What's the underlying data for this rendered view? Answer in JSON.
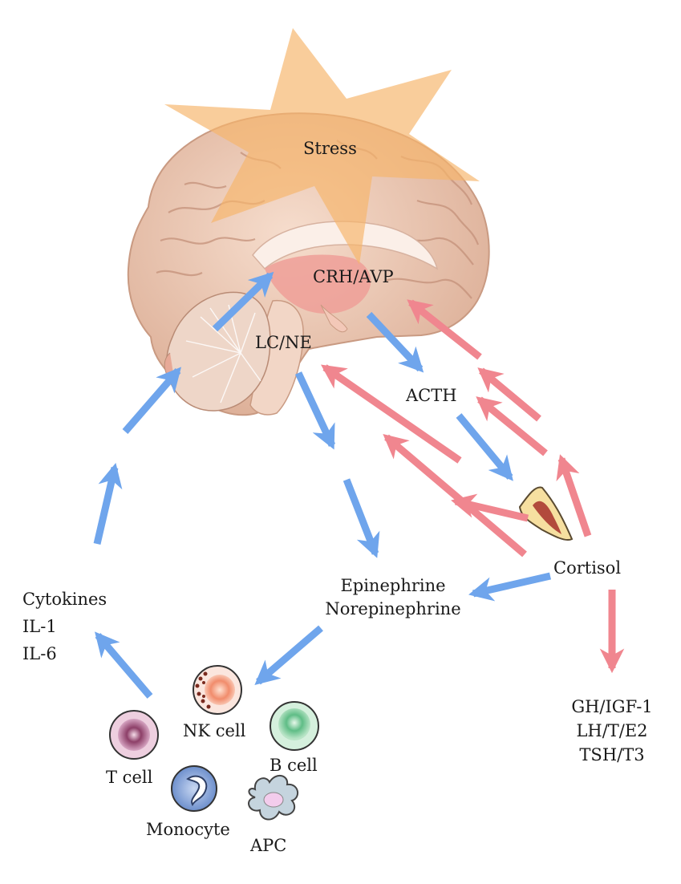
{
  "labels": {
    "stress": "Stress",
    "crh_avp": "CRH/AVP",
    "lc_ne": "LC/NE",
    "acth": "ACTH",
    "cortisol": "Cortisol",
    "epinephrine": "Epinephrine",
    "norepinephrine": "Norepinephrine",
    "cytokines": "Cytokines",
    "il1": "IL-1",
    "il6": "IL-6",
    "gh_igf1": "GH/IGF-1",
    "lh_t_e2": "LH/T/E2",
    "tsh_t3": "TSH/T3",
    "nk_cell": "NK cell",
    "t_cell": "T cell",
    "b_cell": "B cell",
    "monocyte": "Monocyte",
    "apc": "APC"
  },
  "colors": {
    "stimulatory_arrow": "#6fa5ec",
    "inhibitory_arrow": "#f0868f",
    "stress_star": "#f6b66c",
    "brain": "#edc9b4"
  }
}
